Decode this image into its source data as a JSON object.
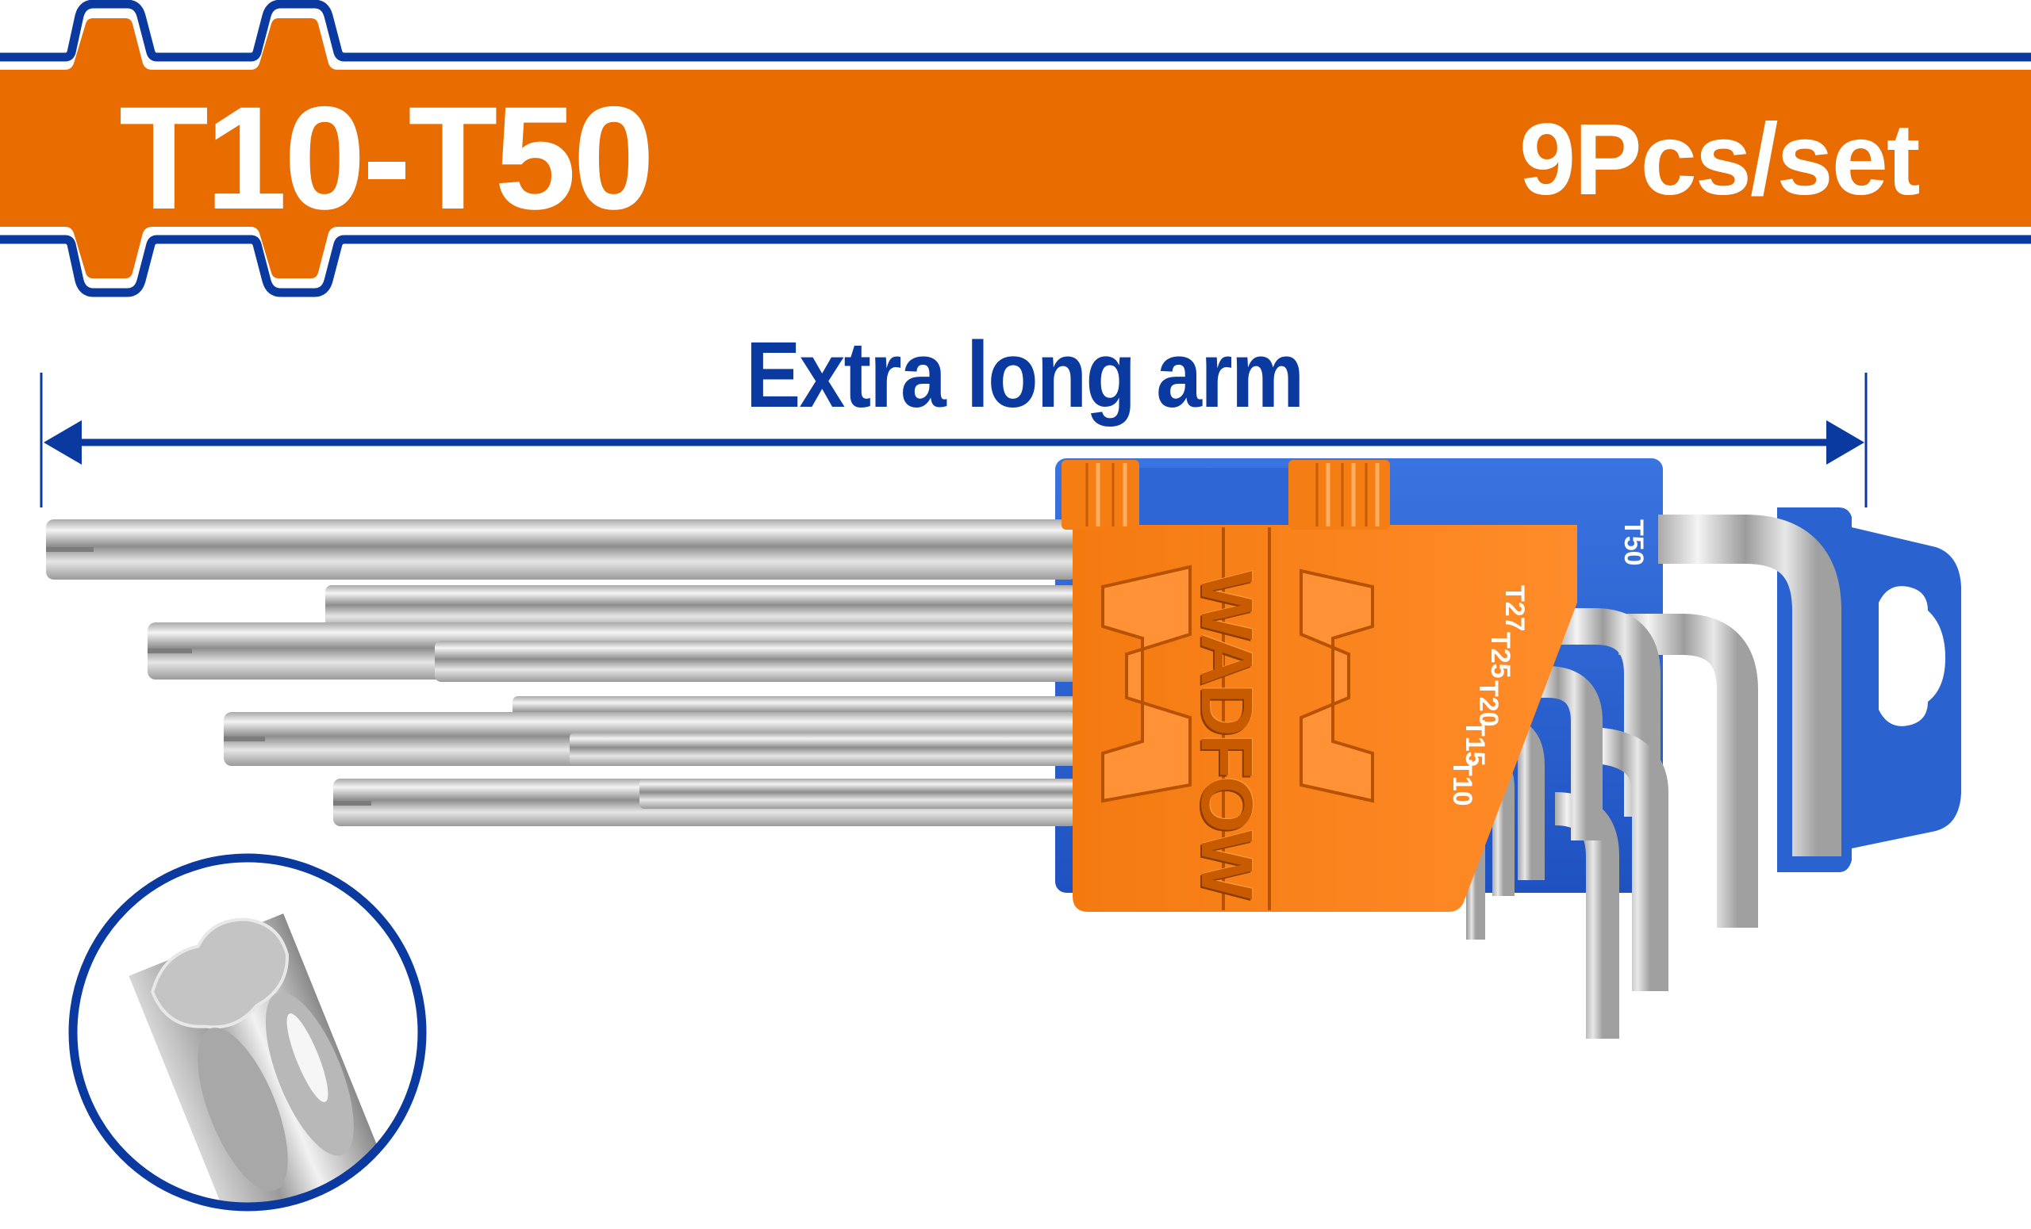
{
  "banner": {
    "range": "T10-T50",
    "count": "9Pcs/set",
    "colors": {
      "orange": "#e86c00",
      "blue": "#0a3aa0",
      "white": "#ffffff"
    }
  },
  "measurement": {
    "label": "Extra long arm",
    "color": "#0a3aa0"
  },
  "product": {
    "brand": "WADFOW",
    "holder_colors": {
      "orange": "#f57e14",
      "blue": "#2a62d0"
    },
    "sizes": [
      {
        "label": "T50"
      },
      {
        "label": "T27"
      },
      {
        "label": "T25"
      },
      {
        "label": "T20"
      },
      {
        "label": "T15"
      },
      {
        "label": "T10"
      }
    ]
  },
  "detail_inset": {
    "icon": "torx-tip-closeup",
    "border_color": "#0a3aa0"
  }
}
